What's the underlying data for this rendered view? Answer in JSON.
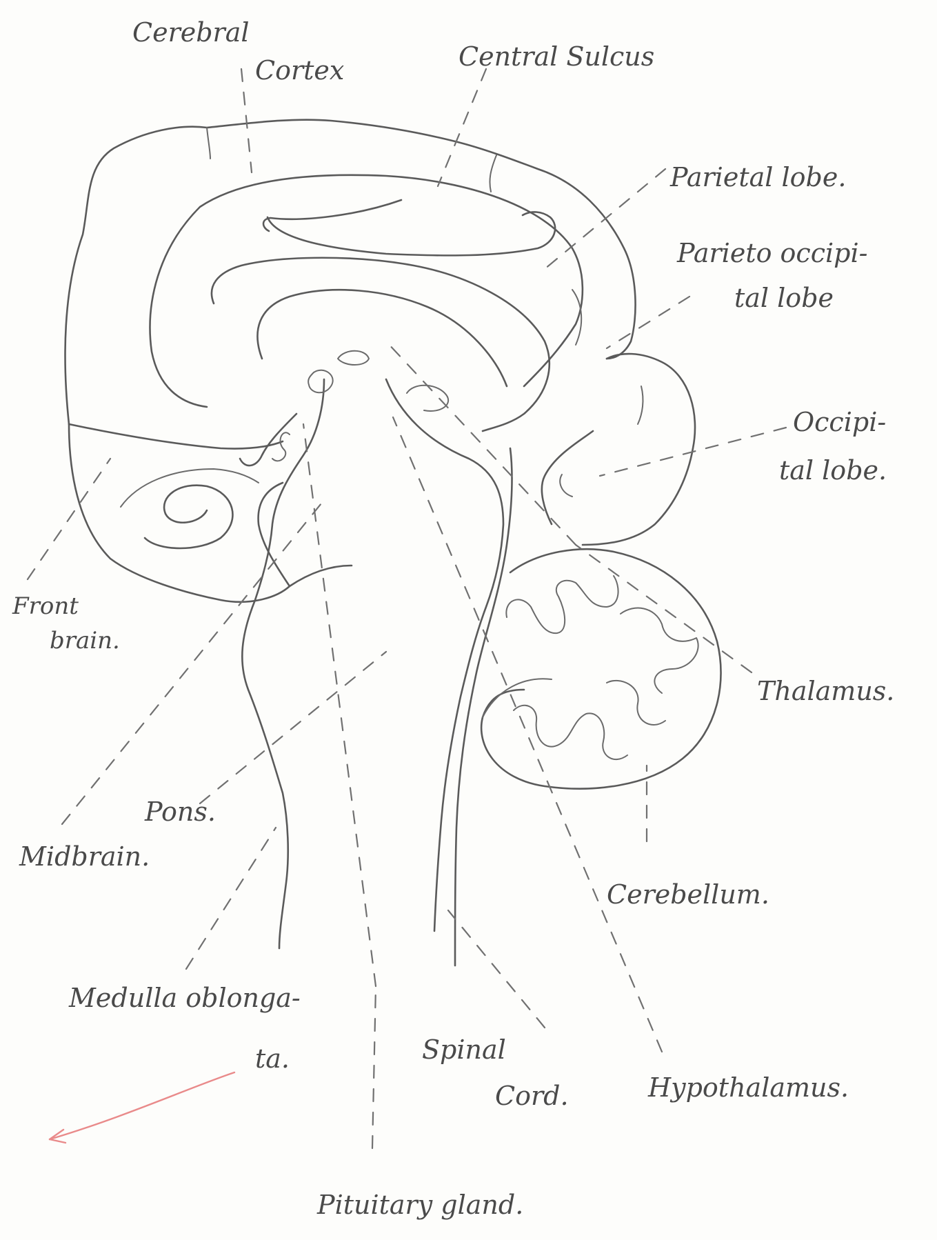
{
  "labels": {
    "cerebral_line1": "Cerebral",
    "cerebral_line2": "Cortex",
    "central_sulcus": "Central Sulcus",
    "parietal_lobe": "Parietal lobe.",
    "parieto_line1": "Parieto occipi-",
    "parieto_line2": "tal lobe",
    "occipital_line1": "Occipi-",
    "occipital_line2": "tal lobe.",
    "thalamus": "Thalamus.",
    "cerebellum": "Cerebellum.",
    "hypothalamus": "Hypothalamus.",
    "spinal_line1": "Spinal",
    "spinal_line2": "Cord.",
    "pituitary": "Pituitary gland.",
    "medulla_line1": "Medulla oblonga-",
    "medulla_line2": "ta.",
    "midbrain": "Midbrain.",
    "pons": "Pons.",
    "front_line1": "Front",
    "front_line2": "brain."
  },
  "colors": {
    "ink": "#5a5a5a",
    "paper": "#fdfdfb",
    "red_mark": "#e98a8a"
  }
}
